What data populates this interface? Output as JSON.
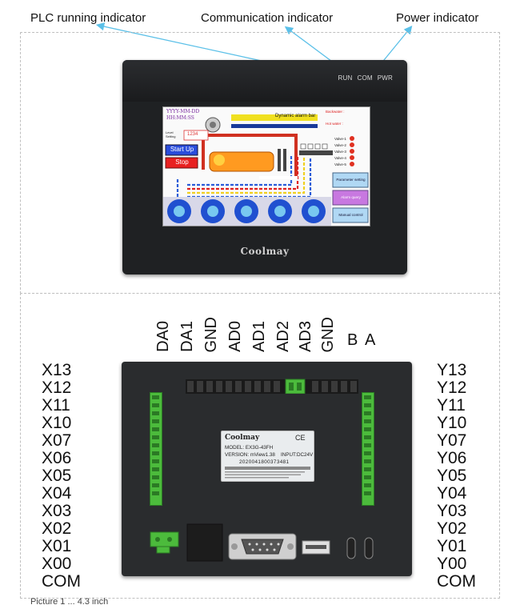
{
  "callouts": {
    "run": "PLC running indicator",
    "com": "Communication indicator",
    "pwr": "Power indicator"
  },
  "front_panel": {
    "leds": [
      "RUN",
      "COM",
      "PWR"
    ],
    "brand": "Coolmay",
    "screen": {
      "date": "YYYY-MM-DD",
      "time": "HH:MM:SS",
      "set_label": "Level Setting",
      "set_value": "1234",
      "start_button": "Start Up",
      "stop_button": "Stop",
      "alarm_bar": "Dynamic alarm bar",
      "backwater": "Backwater :",
      "hot_water": "Hot water :",
      "valves": [
        "Valve-1",
        "Valve-2",
        "Valve-3",
        "Valve-4",
        "Valve-5"
      ],
      "menu": [
        "Parameter setting",
        "Alarm query",
        "Manual control"
      ]
    }
  },
  "back_panel": {
    "top_labels": [
      "DA0",
      "DA1",
      "GND",
      "AD0",
      "AD1",
      "AD2",
      "AD3",
      "GND"
    ],
    "ba": [
      "B",
      "A"
    ],
    "inputs": [
      "X13",
      "X12",
      "X11",
      "X10",
      "X07",
      "X06",
      "X05",
      "X04",
      "X03",
      "X02",
      "X01",
      "X00",
      "COM"
    ],
    "outputs": [
      "Y13",
      "Y12",
      "Y11",
      "Y10",
      "Y07",
      "Y06",
      "Y05",
      "Y04",
      "Y03",
      "Y02",
      "Y01",
      "Y00",
      "COM"
    ],
    "label_plate": {
      "brand": "Coolmay",
      "ce": "CE",
      "model": "MODEL: EX3G-43FH",
      "version": "VERSION: mView1.38",
      "input": "INPUT:DC24V",
      "serial": "2020041800373481"
    }
  },
  "caption": "Picture 1 ... 4.3 inch"
}
